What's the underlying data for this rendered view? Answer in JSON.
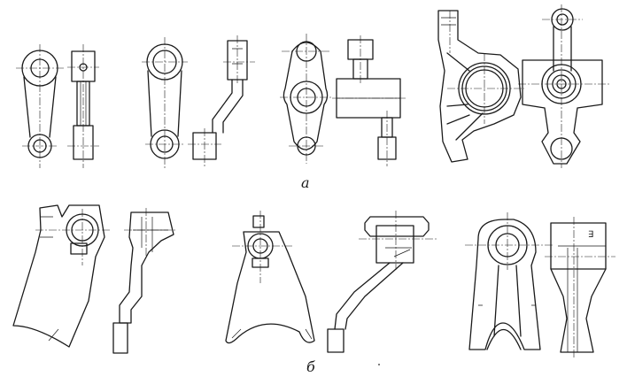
{
  "groups": [
    {
      "id": "a",
      "label": "а"
    },
    {
      "id": "b",
      "label": "б"
    }
  ],
  "mark_on_view_12": "∃"
}
